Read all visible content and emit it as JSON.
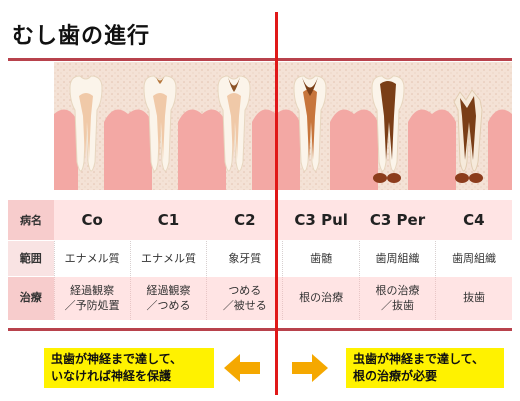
{
  "title": "むし歯の進行",
  "stages": [
    "Co",
    "C1",
    "C2",
    "C3 Pul",
    "C3 Per",
    "C4"
  ],
  "rows": {
    "name_label": "病名",
    "range_label": "範囲",
    "treat_label": "治療"
  },
  "ranges": [
    "エナメル質",
    "エナメル質",
    "象牙質",
    "歯髄",
    "歯周組織",
    "歯周組織"
  ],
  "treatments": [
    [
      "経過観察",
      "／予防処置"
    ],
    [
      "経過観察",
      "／つめる"
    ],
    [
      "つめる",
      "／被せる"
    ],
    [
      "根の治療"
    ],
    [
      "根の治療",
      "／抜歯"
    ],
    [
      "抜歯"
    ]
  ],
  "notes": {
    "left": [
      "虫歯が神経まで達して、",
      "いなければ神経を保護"
    ],
    "right": [
      "虫歯が神経まで達して、",
      "根の治療が必要"
    ]
  },
  "colors": {
    "accent_rule": "#b8424c",
    "divider": "#e01818",
    "note_bg": "#fff200",
    "arrow": "#f5a800"
  }
}
